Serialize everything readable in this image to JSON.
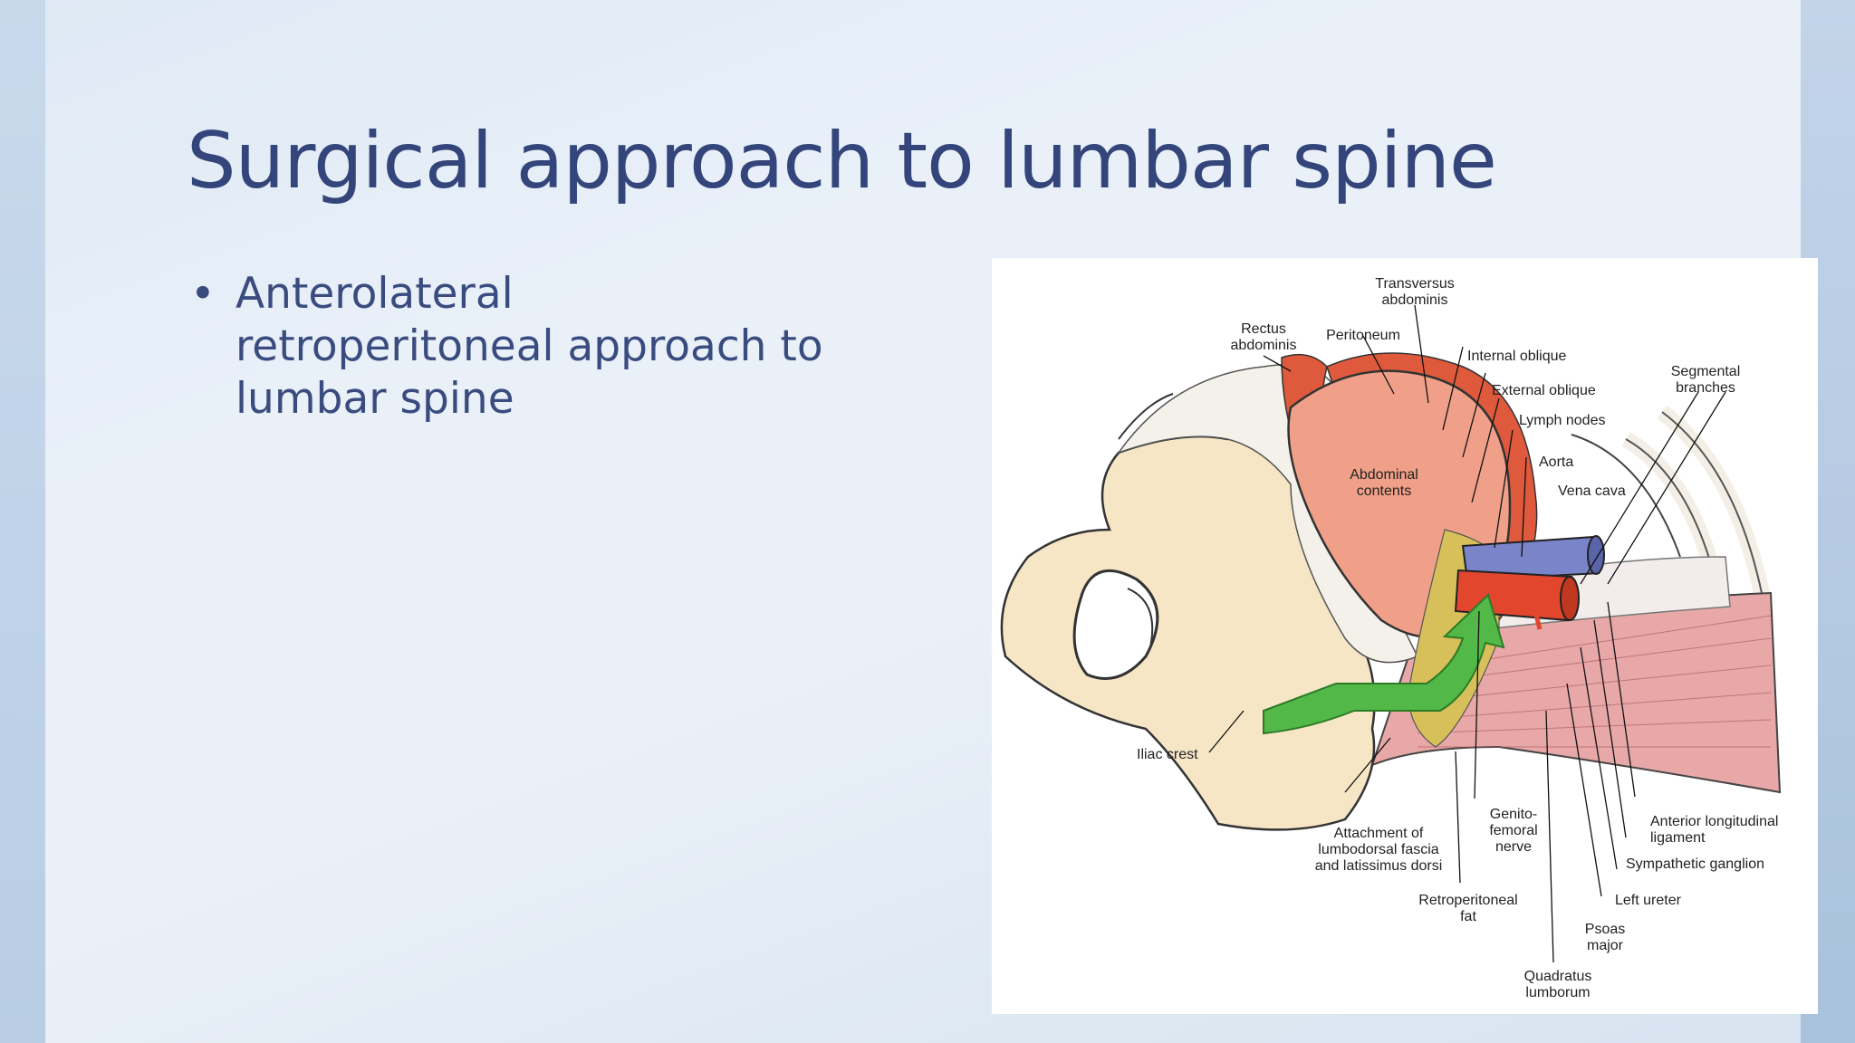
{
  "slide": {
    "title": "Surgical approach to lumbar spine",
    "bullets": [
      {
        "bullet": "•",
        "text": "Anterolateral retroperitoneal approach to lumbar spine"
      }
    ]
  },
  "figure": {
    "labels": {
      "transversus_1": "Transversus",
      "transversus_2": "abdominis",
      "rectus_1": "Rectus",
      "rectus_2": "abdominis",
      "peritoneum": "Peritoneum",
      "internal_oblique": "Internal oblique",
      "external_oblique": "External oblique",
      "segmental_1": "Segmental",
      "segmental_2": "branches",
      "lymph_nodes": "Lymph nodes",
      "aorta": "Aorta",
      "vena_cava": "Vena cava",
      "abdominal_1": "Abdominal",
      "abdominal_2": "contents",
      "iliac_crest": "Iliac crest",
      "attachment_1": "Attachment of",
      "attachment_2": "lumbodorsal fascia",
      "attachment_3": "and latissimus dorsi",
      "genito_1": "Genito-",
      "genito_2": "femoral",
      "genito_3": "nerve",
      "anterior_1": "Anterior longitudinal",
      "anterior_2": "ligament",
      "sympathetic": "Sympathetic ganglion",
      "retro_1": "Retroperitoneal",
      "retro_2": "fat",
      "left_ureter": "Left ureter",
      "psoas_1": "Psoas",
      "psoas_2": "major",
      "quadratus_1": "Quadratus",
      "quadratus_2": "lumborum"
    },
    "colors": {
      "bone": "#f6e6c6",
      "muscle": "#df5a3c",
      "abdomen": "#f0a088",
      "aorta": "#e2472e",
      "vena_cava": "#7a84c8",
      "arrow": "#52b948",
      "fat": "#d7c05a",
      "psoas": "#e8a8a8"
    }
  }
}
